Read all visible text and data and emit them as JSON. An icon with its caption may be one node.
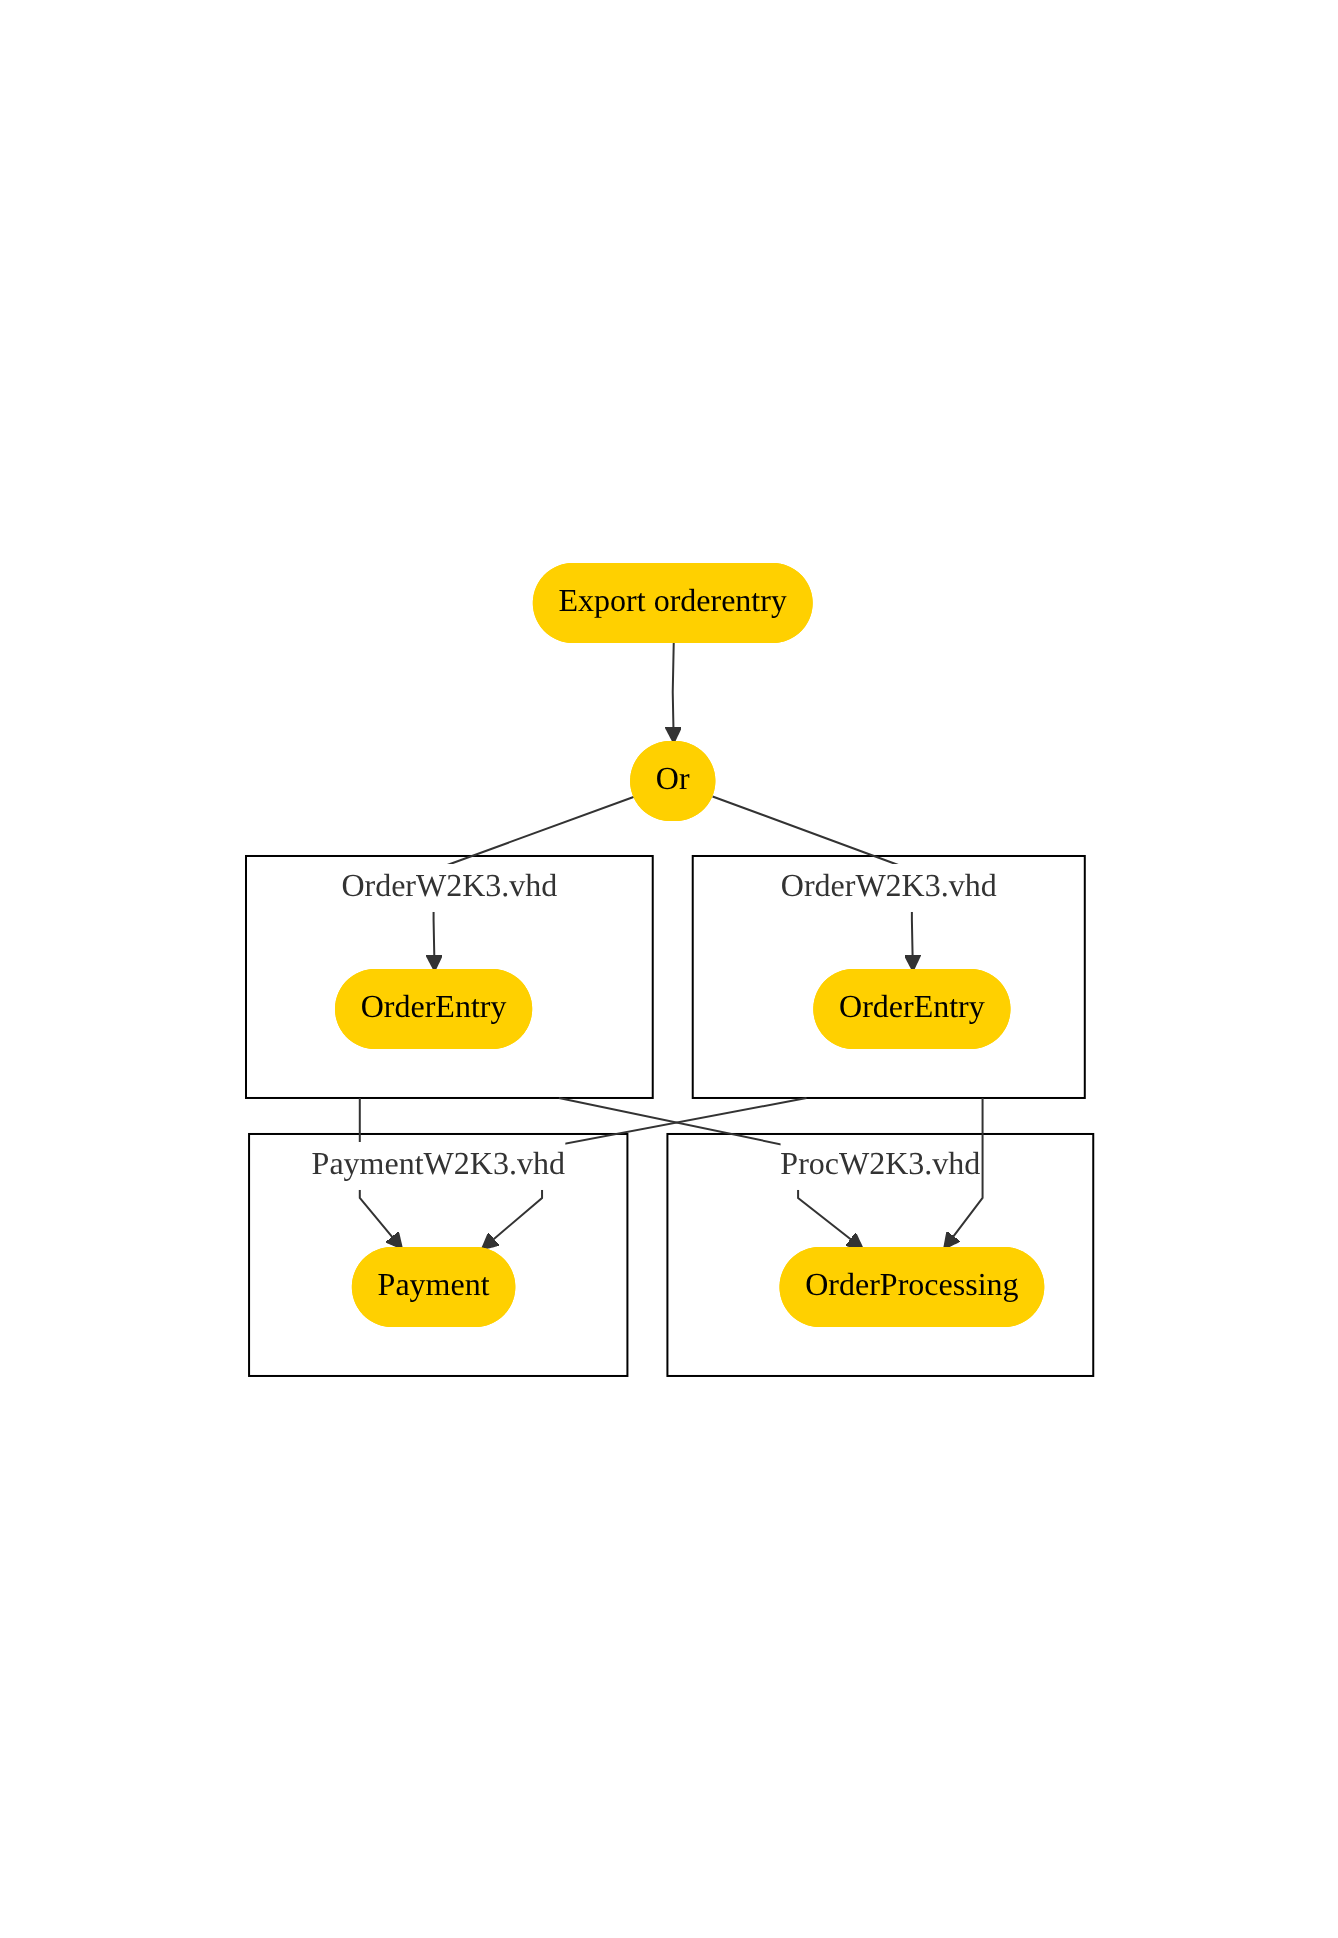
{
  "diagram": {
    "nodes": [
      {
        "text": [
          "Export orderentry"
        ]
      },
      {
        "text": [
          "Or"
        ]
      },
      {
        "text": [
          "OrderW2K3.vhd"
        ]
      },
      {
        "text": [
          "OrderEntry"
        ],
        "in": 2
      },
      {
        "text": [
          "OrderW2K3.vhd"
        ]
      },
      {
        "text": [
          "OrderEntry"
        ],
        "in": 4
      },
      {
        "text": [
          "ProcW2K3.vhd"
        ]
      },
      {
        "text": [
          "OrderProcessing"
        ],
        "in": 6
      },
      {
        "text": [
          "PaymentW2K3.vhd"
        ]
      },
      {
        "text": [
          "Payment"
        ],
        "in": 8
      }
    ],
    "edges": [
      {
        "from": 0,
        "to": 1,
        "arrow": "to"
      },
      {
        "from": 1,
        "to": 3,
        "arrow": "to"
      },
      {
        "from": 1,
        "to": 5,
        "arrow": "to"
      },
      {
        "from": 2,
        "to": 7,
        "arrow": "to"
      },
      {
        "from": 2,
        "to": 9,
        "arrow": "to"
      },
      {
        "from": 4,
        "to": 7,
        "arrow": "to"
      },
      {
        "from": 4,
        "to": 9,
        "arrow": "to"
      }
    ]
  }
}
